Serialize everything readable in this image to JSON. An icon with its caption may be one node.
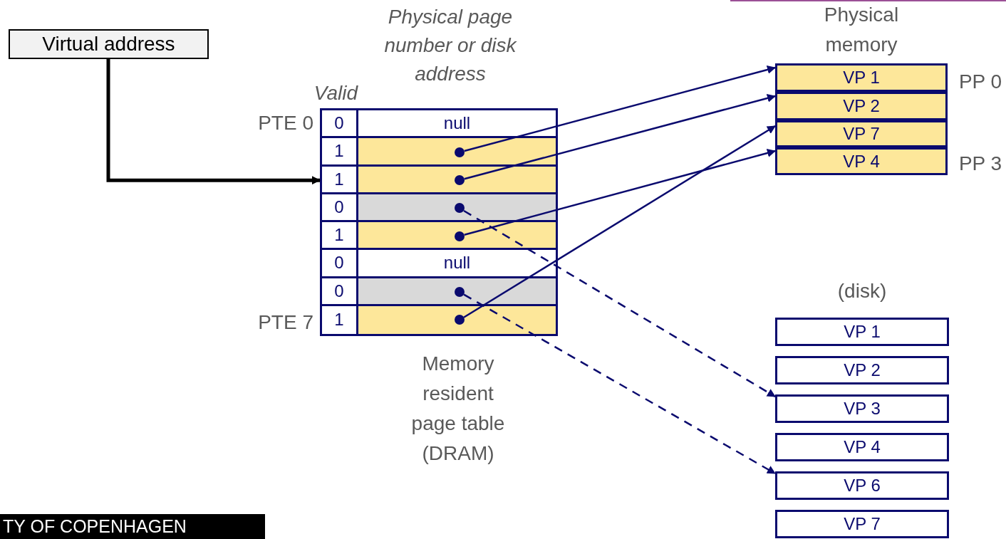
{
  "diagram": {
    "nodes": [
      {
        "text": [
          "Virtual address"
        ]
      },
      {
        "text": [],
        "shape": "box",
        "beside": [
          "Memory resident page table (DRAM)"
        ]
      },
      {
        "text": [],
        "shape": "circle",
        "in": 1
      },
      {
        "text": [],
        "shape": "circle",
        "in": 1
      },
      {
        "text": [],
        "shape": "circle",
        "in": 1
      },
      {
        "text": [],
        "shape": "circle",
        "in": 1
      },
      {
        "text": [],
        "shape": "circle",
        "in": 1
      },
      {
        "text": [],
        "shape": "circle",
        "in": 1
      },
      {
        "text": [
          "Physical memory"
        ]
      },
      {
        "text": [
          "VP 1"
        ],
        "in": 8,
        "beside": [
          "PP 0"
        ]
      },
      {
        "text": [
          "VP 2"
        ],
        "in": 8
      },
      {
        "text": [
          "VP 7"
        ],
        "in": 8
      },
      {
        "text": [
          "VP 4"
        ],
        "in": 8,
        "beside": [
          "PP 3"
        ]
      },
      {
        "text": [
          "(disk)"
        ]
      },
      {
        "text": [
          "VP 1"
        ],
        "in": 13
      },
      {
        "text": [
          "VP 2"
        ],
        "in": 13
      },
      {
        "text": [
          "VP 3"
        ],
        "in": 13
      },
      {
        "text": [
          "VP 4"
        ],
        "in": 13
      },
      {
        "text": [
          "VP 6"
        ],
        "in": 13
      },
      {
        "text": [
          "VP 7"
        ],
        "in": 13
      }
    ],
    "edges": [
      {
        "from": 0,
        "to": 1,
        "arrow": "to",
        "style": "thick",
        "color": "#000000"
      },
      {
        "from": 2,
        "to": 9,
        "arrow": "to"
      },
      {
        "from": 3,
        "to": 10,
        "arrow": "to"
      },
      {
        "from": 5,
        "to": 12,
        "arrow": "to"
      },
      {
        "from": 7,
        "to": 11,
        "arrow": "to"
      },
      {
        "from": 4,
        "to": 16,
        "arrow": "to",
        "style": "dashed"
      },
      {
        "from": 6,
        "to": 18,
        "arrow": "to",
        "style": "dashed"
      }
    ],
    "labels": [
      "Physical page number or disk address",
      "Valid",
      "PTE 0",
      "0",
      "null",
      "1",
      "1",
      "0",
      "1",
      "0",
      "null",
      "0",
      "PTE 7",
      "1",
      "TY OF COPENHAGEN"
    ]
  }
}
